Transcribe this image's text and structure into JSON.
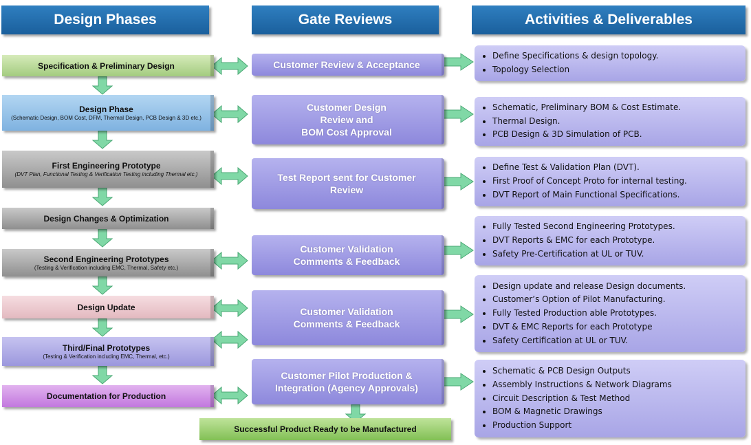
{
  "headers": {
    "phases": "Design Phases",
    "gates": "Gate Reviews",
    "activities": "Activities & Deliverables"
  },
  "phases": [
    {
      "title": "Specification & Preliminary Design",
      "subtitle": "",
      "color": "green"
    },
    {
      "title": "Design Phase",
      "subtitle": "(Schematic Design, BOM Cost, DFM, Thermal Design, PCB Design & 3D etc.)",
      "color": "blue"
    },
    {
      "title": "First Engineering Prototype",
      "subtitle": "(DVT Plan, Functional Testing & Verification Testing including Thermal etc.)",
      "color": "gray"
    },
    {
      "title": "Design Changes & Optimization",
      "subtitle": "",
      "color": "gray"
    },
    {
      "title": "Second Engineering Prototypes",
      "subtitle": "(Testing & Verification including EMC, Thermal, Safety etc.)",
      "color": "gray"
    },
    {
      "title": "Design Update",
      "subtitle": "",
      "color": "pink"
    },
    {
      "title": "Third/Final Prototypes",
      "subtitle": "(Testing & Verification including EMC, Thermal, etc.)",
      "color": "lavender"
    },
    {
      "title": "Documentation for Production",
      "subtitle": "",
      "color": "violet"
    }
  ],
  "gates": [
    "Customer Review & Acceptance",
    "Customer Design\nReview  and\nBOM Cost  Approval",
    "Test Report sent for Customer\nReview",
    "Customer Validation\nComments & Feedback",
    "Customer Validation\nComments & Feedback",
    "Customer Pilot Production &\nIntegration (Agency Approvals)"
  ],
  "activities": [
    [
      "Define Specifications & design topology.",
      "Topology Selection"
    ],
    [
      "Schematic, Preliminary BOM & Cost Estimate.",
      "Thermal Design.",
      "PCB Design & 3D Simulation of PCB."
    ],
    [
      "Define Test & Validation Plan (DVT).",
      "First Proof of Concept Proto for internal testing.",
      "DVT Report of Main Functional Specifications."
    ],
    [
      "Fully Tested Second Engineering Prototypes.",
      "DVT Reports & EMC for each Prototype.",
      "Safety Pre-Certification at UL or TUV."
    ],
    [
      "Design update and release Design documents.",
      "Customer’s Option of Pilot Manufacturing.",
      "Fully Tested Production able Prototypes.",
      "DVT & EMC Reports for each Prototype",
      "Safety Certification at UL or TUV."
    ],
    [
      "Schematic & PCB Design Outputs",
      "Assembly Instructions & Network Diagrams",
      "Circuit Description & Test Method",
      "BOM & Magnetic Drawings",
      "Production Support"
    ]
  ],
  "final": "Successful Product Ready to be Manufactured",
  "colors": {
    "header": "#1f6aaa",
    "arrow": "#7fd6a4",
    "gate": "#a29fe6",
    "activity": "#bcb9ef"
  }
}
